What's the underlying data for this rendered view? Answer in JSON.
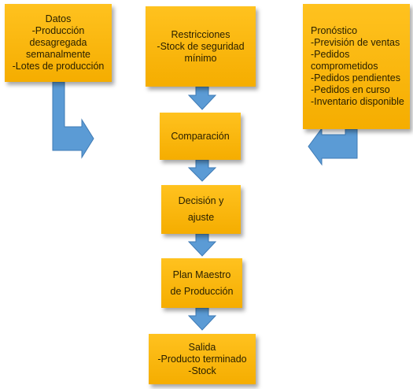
{
  "boxes": {
    "datos": [
      "Datos",
      "-Producción",
      "desagregada",
      "semanalmente",
      "-Lotes de producción"
    ],
    "restricciones": [
      "Restricciones",
      "-Stock de seguridad",
      "mínimo"
    ],
    "pronostico": [
      "Pronóstico",
      "-Previsión de ventas",
      "-Pedidos",
      "comprometidos",
      "-Pedidos pendientes",
      "-Pedidos en curso",
      "-Inventario disponible"
    ],
    "comparacion": [
      "Comparación"
    ],
    "decision": [
      "Decisión y",
      "ajuste"
    ],
    "plan": [
      "Plan Maestro",
      "de Producción"
    ],
    "salida": [
      "Salida",
      "-Producto terminado",
      "-Stock"
    ]
  },
  "colors": {
    "box": "#fbb815",
    "arrow": "#5b9bd5",
    "arrow_stroke": "#3f7bb5"
  }
}
